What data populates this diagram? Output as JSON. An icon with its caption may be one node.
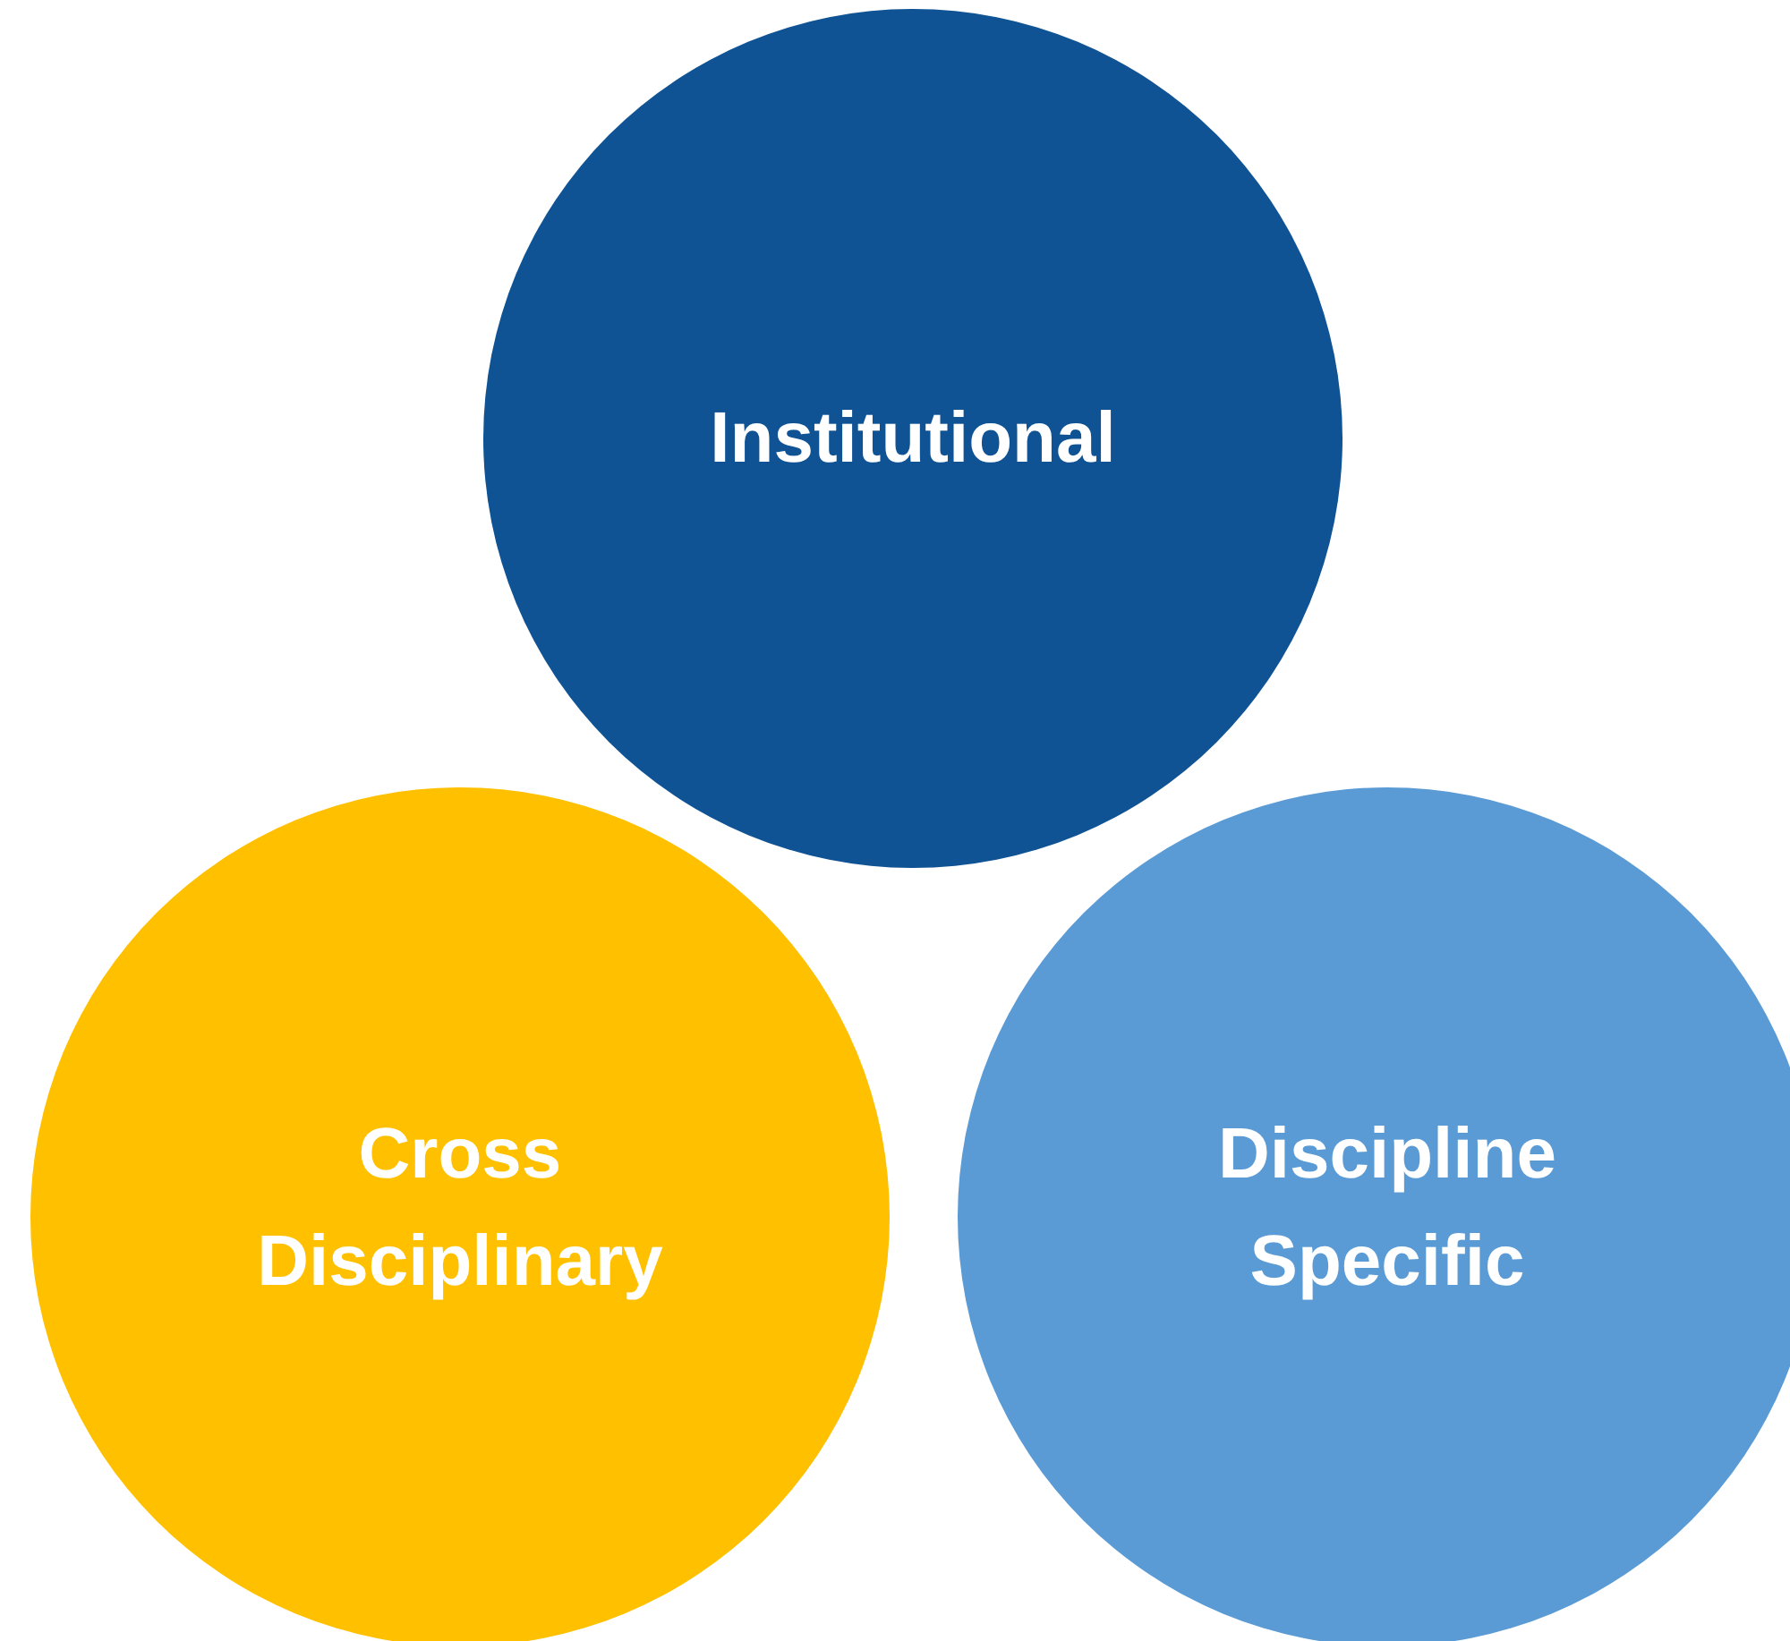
{
  "diagram": {
    "nodes": [
      {
        "text": [
          "Institutional"
        ]
      },
      {
        "text": [
          "Cross Disciplinary"
        ]
      },
      {
        "text": [
          "Discipline Specific"
        ]
      }
    ]
  }
}
